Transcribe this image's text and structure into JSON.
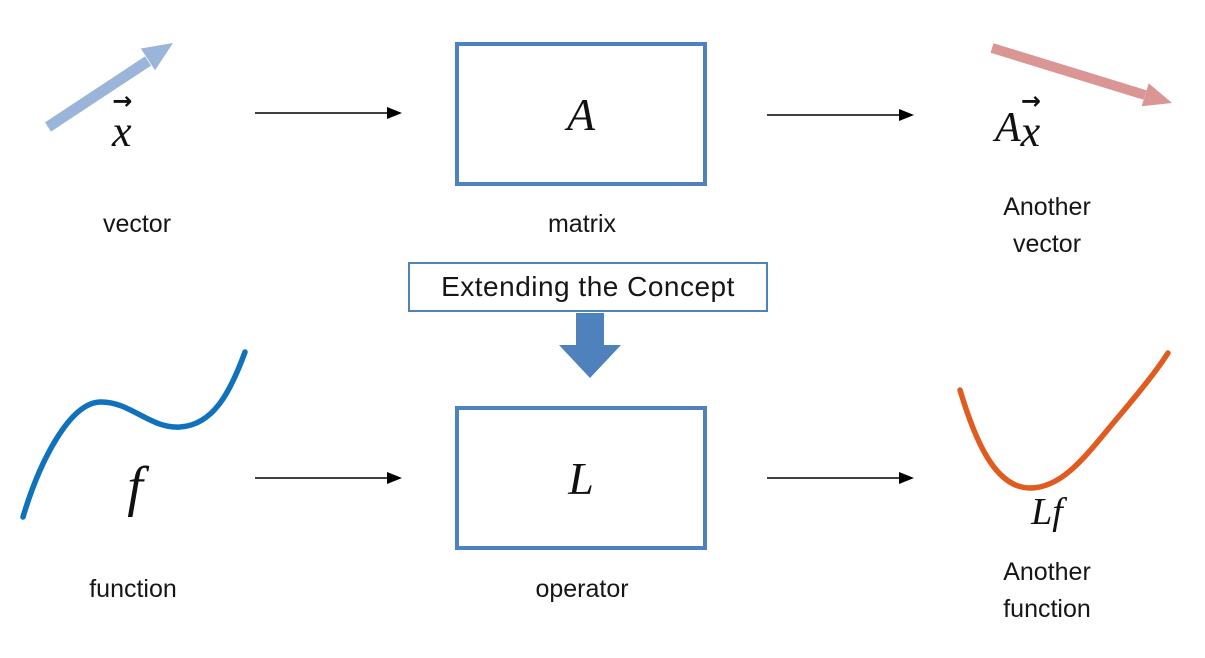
{
  "colors": {
    "accent_blue": "#4f81bd",
    "light_blue_arrow": "#9ab5d9",
    "pink_arrow": "#d99694",
    "curve_blue": "#1072bc",
    "curve_orange": "#e05b20",
    "arrow_black": "#000000",
    "text": "#161616"
  },
  "banner": {
    "label": "Extending the Concept"
  },
  "top_row": {
    "vector": {
      "symbol": "x",
      "vec_arrow": "→",
      "caption": "vector"
    },
    "matrix": {
      "symbol": "A",
      "caption": "matrix"
    },
    "result": {
      "symbol_a": "A",
      "symbol_x": "x",
      "vec_arrow": "→",
      "caption_line1": "Another",
      "caption_line2": "vector"
    }
  },
  "bottom_row": {
    "function": {
      "symbol": "f",
      "caption": "function"
    },
    "operator": {
      "symbol": "L",
      "caption": "operator"
    },
    "result": {
      "symbol": "Lf",
      "caption_line1": "Another",
      "caption_line2": "function"
    }
  }
}
